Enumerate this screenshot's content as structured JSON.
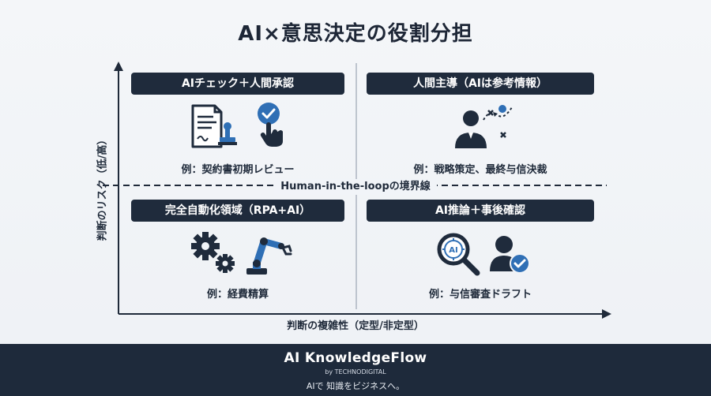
{
  "title": "AI×意思決定の役割分担",
  "y_axis_label": "判断のリスク（低/高）",
  "x_axis_label": "判断の複雑性（定型/非定型）",
  "boundary_label": "Human-in-the-loopの境界線",
  "quadrants": {
    "top_left": {
      "heading": "AIチェック＋人間承認",
      "example": "例：契約書初期レビュー"
    },
    "top_right": {
      "heading": "人間主導（AIは参考情報）",
      "example": "例：戦略策定、最終与信決裁"
    },
    "bottom_left": {
      "heading": "完全自動化領域（RPA+AI）",
      "example": "例：経費精算"
    },
    "bottom_right": {
      "heading": "AI推論＋事後確認",
      "example": "例：与信審査ドラフト"
    }
  },
  "icon_text": {
    "ai_chip": "AI"
  },
  "footer": {
    "brand": "AI KnowledgeFlow",
    "byline": "by TECHNODIGITAL",
    "slogan": "AIで 知識をビジネスへ。"
  },
  "colors": {
    "navy": "#1f2b3c",
    "accent_blue": "#2f6fb5",
    "footer_bg": "#1e2a3b"
  }
}
